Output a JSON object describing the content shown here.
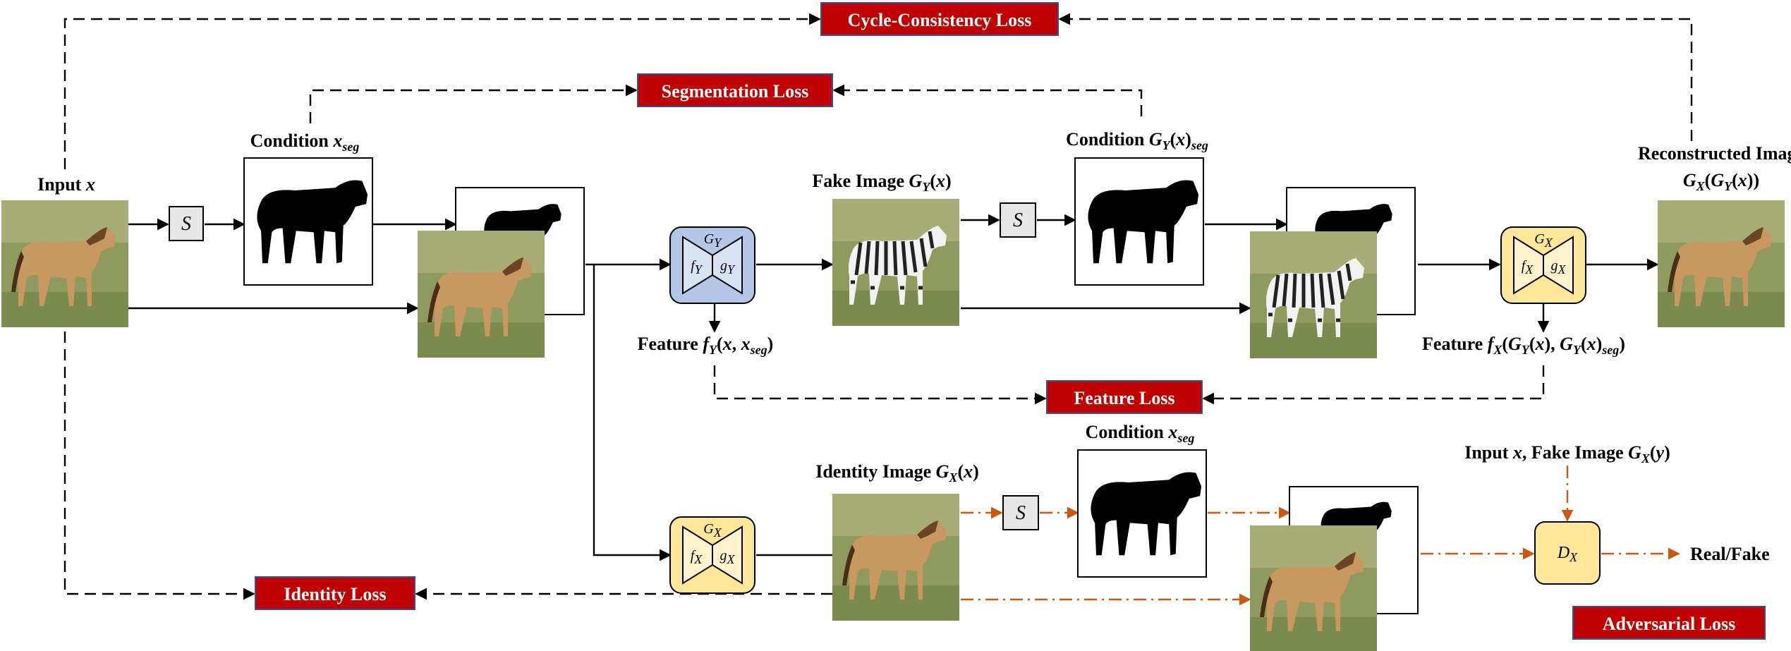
{
  "losses": {
    "cycle": "Cycle-Consistency Loss",
    "segmentation": "Segmentation Loss",
    "feature": "Feature Loss",
    "identity": "Identity Loss",
    "adversarial": "Adversarial Loss"
  },
  "labels": {
    "input": "Input x",
    "condition_1": "Condition x_seg",
    "fake_image": "Fake Image G_Y(x)",
    "condition_2": "Condition G_Y(x)_seg",
    "reconstructed_line1": "Reconstructed Image",
    "reconstructed_line2": "G_X(G_Y(x))",
    "feature_y": "Feature f_Y(x, x_seg)",
    "feature_x": "Feature f_X(G_Y(x), G_Y(x)_seg)",
    "identity_image": "Identity Image G_X(x)",
    "condition_3": "Condition x_seg",
    "disc_input": "Input x, Fake Image G_X(y)",
    "real_fake": "Real/Fake"
  },
  "blocks": {
    "segmenter": "S",
    "generator_y": {
      "name": "G_Y",
      "encoder": "f_Y",
      "decoder": "g_Y"
    },
    "generator_x": {
      "name": "G_X",
      "encoder": "f_X",
      "decoder": "g_X"
    },
    "discriminator": "D_X"
  },
  "colors": {
    "loss_fill": "#c00000",
    "loss_border": "#2f5597",
    "generator_y_fill": "#b4c7e7",
    "generator_x_fill": "#ffe699",
    "orange_arrow": "#c55a11",
    "image_bg": "#9aa36a",
    "horse_coat": "#c89860",
    "zebra_stripe": "#222222"
  }
}
